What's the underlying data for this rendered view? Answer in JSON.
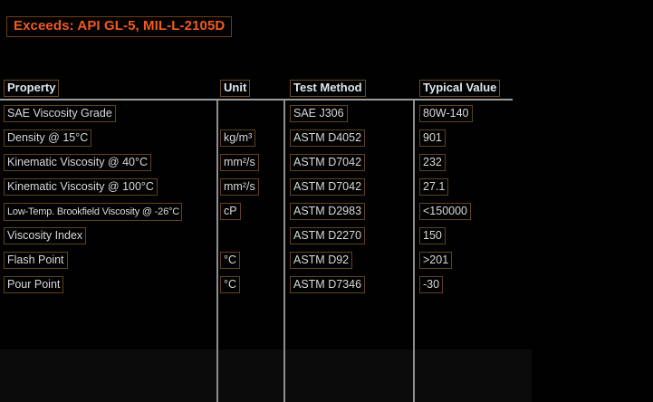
{
  "badge": {
    "label": "Exceeds: API GL-5, MIL-L-2105D"
  },
  "colors": {
    "background": "#010101",
    "badge_text": "#f15a1e",
    "badge_border": "#6e3c16",
    "header_text": "#dfe7ef",
    "body_text": "#d9d9d9",
    "chip_border": "#5e4321",
    "rule": "#8e8e8e",
    "bottom_panel": "#0b0b0b"
  },
  "table": {
    "columns": [
      {
        "key": "property",
        "label": "Property"
      },
      {
        "key": "unit",
        "label": "Unit"
      },
      {
        "key": "test_method",
        "label": "Test Method"
      },
      {
        "key": "typical_value",
        "label": "Typical Value"
      }
    ],
    "rows": [
      {
        "property": "SAE Viscosity Grade",
        "unit": "",
        "test_method": "SAE J306",
        "typical_value": "80W-140"
      },
      {
        "property": "Density @ 15°C",
        "unit": "kg/m³",
        "test_method": "ASTM D4052",
        "typical_value": "901"
      },
      {
        "property": "Kinematic Viscosity @ 40°C",
        "unit": "mm²/s",
        "test_method": "ASTM D7042",
        "typical_value": "232"
      },
      {
        "property": "Kinematic Viscosity @ 100°C",
        "unit": "mm²/s",
        "test_method": "ASTM D7042",
        "typical_value": "27.1"
      },
      {
        "property": "Low-Temp. Brookfield Viscosity @ -26°C",
        "unit": "cP",
        "test_method": "ASTM D2983",
        "typical_value": "<150000"
      },
      {
        "property": "Viscosity Index",
        "unit": "",
        "test_method": "ASTM D2270",
        "typical_value": "150"
      },
      {
        "property": "Flash Point",
        "unit": "°C",
        "test_method": "ASTM D92",
        "typical_value": ">201"
      },
      {
        "property": "Pour Point",
        "unit": "°C",
        "test_method": "ASTM D7346",
        "typical_value": "-30"
      }
    ]
  }
}
